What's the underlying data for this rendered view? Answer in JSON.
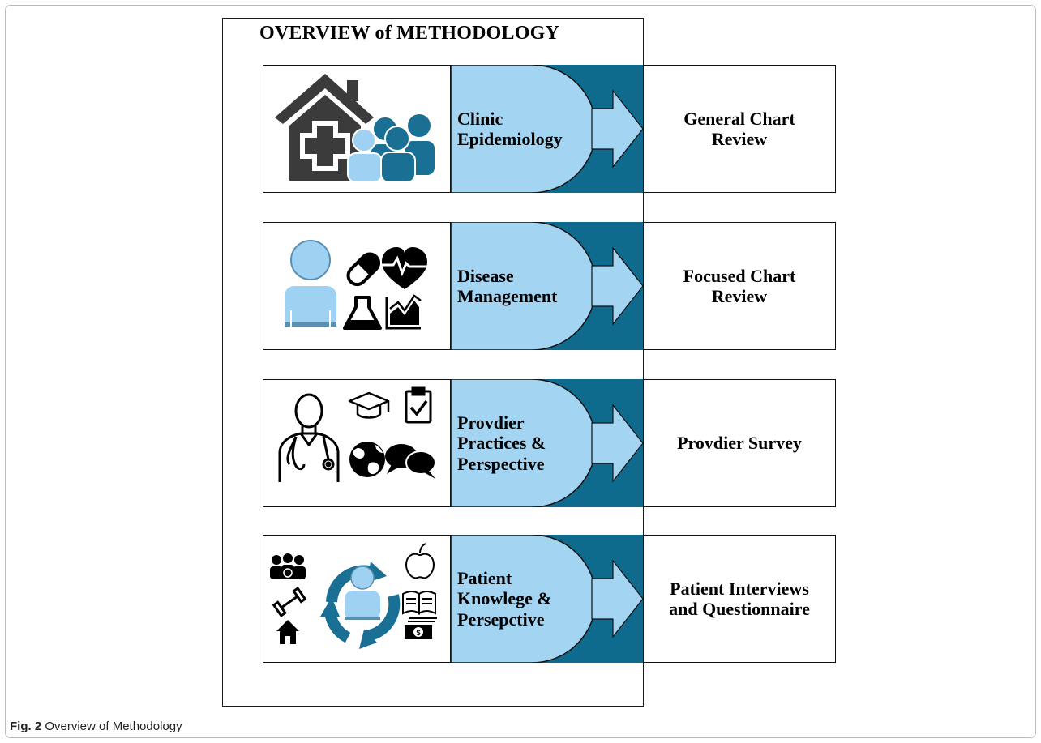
{
  "diagram": {
    "title": "OVERVIEW of METHODOLOGY",
    "colors": {
      "light_blue": "#a3d4f2",
      "dark_teal": "#0e6b8e",
      "icon_dark": "#3b3b3b",
      "icon_teal": "#1a6f94",
      "icon_light": "#9fd1f2"
    },
    "rows": [
      {
        "stage": "Clinic\nEpidemiology",
        "output": "General Chart\nReview",
        "icons": [
          "clinic-building-icon",
          "patient-group-icon"
        ]
      },
      {
        "stage": "Disease\nManagement",
        "output": "Focused Chart\nReview",
        "icons": [
          "patient-icon",
          "pill-icon",
          "heart-rate-icon",
          "lab-flask-icon",
          "line-chart-icon"
        ]
      },
      {
        "stage": "Provdier\nPractices &\nPerspective",
        "output": "Provdier Survey",
        "icons": [
          "doctor-stethoscope-icon",
          "graduation-cap-icon",
          "clipboard-check-icon",
          "globe-icon",
          "speech-bubbles-icon"
        ]
      },
      {
        "stage": "Patient\nKnowlege &\nPersepctive",
        "output": "Patient Interviews\nand Questionnaire",
        "icons": [
          "family-icon",
          "dumbbell-icon",
          "home-icon",
          "cycle-arrows-icon",
          "apple-icon",
          "book-icon",
          "money-icon"
        ]
      }
    ]
  },
  "caption": {
    "label": "Fig. 2",
    "text": "Overview of Methodology"
  }
}
